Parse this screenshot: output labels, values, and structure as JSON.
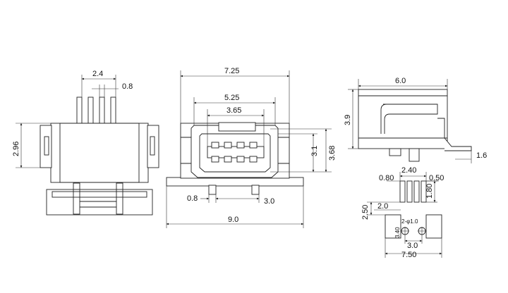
{
  "dimensions": {
    "side_view": {
      "pin_pitch_total": "2.4",
      "pin_width": "0.8",
      "height": "2.96"
    },
    "front_view": {
      "top_width": "7.25",
      "opening_width": "5.25",
      "inner_width": "3.65",
      "inner_height": "3.1",
      "outer_height": "3.68",
      "post_width": "0.8",
      "post_spacing": "3.0",
      "total_width": "9.0"
    },
    "right_view": {
      "length": "6.0",
      "height": "3.9",
      "lead_extension": "1.6"
    },
    "footprint": {
      "pad_pitch_total": "2.40",
      "pad_width": "0.80",
      "pad_gap": "0.50",
      "pad_length": "1.80",
      "side_pad_height": "2.50",
      "side_pad_width": "2.0",
      "hole_note": "2-φ1.0",
      "hole_offset": "3.40",
      "hole_spacing": "3.0",
      "total_width": "7.50"
    }
  }
}
